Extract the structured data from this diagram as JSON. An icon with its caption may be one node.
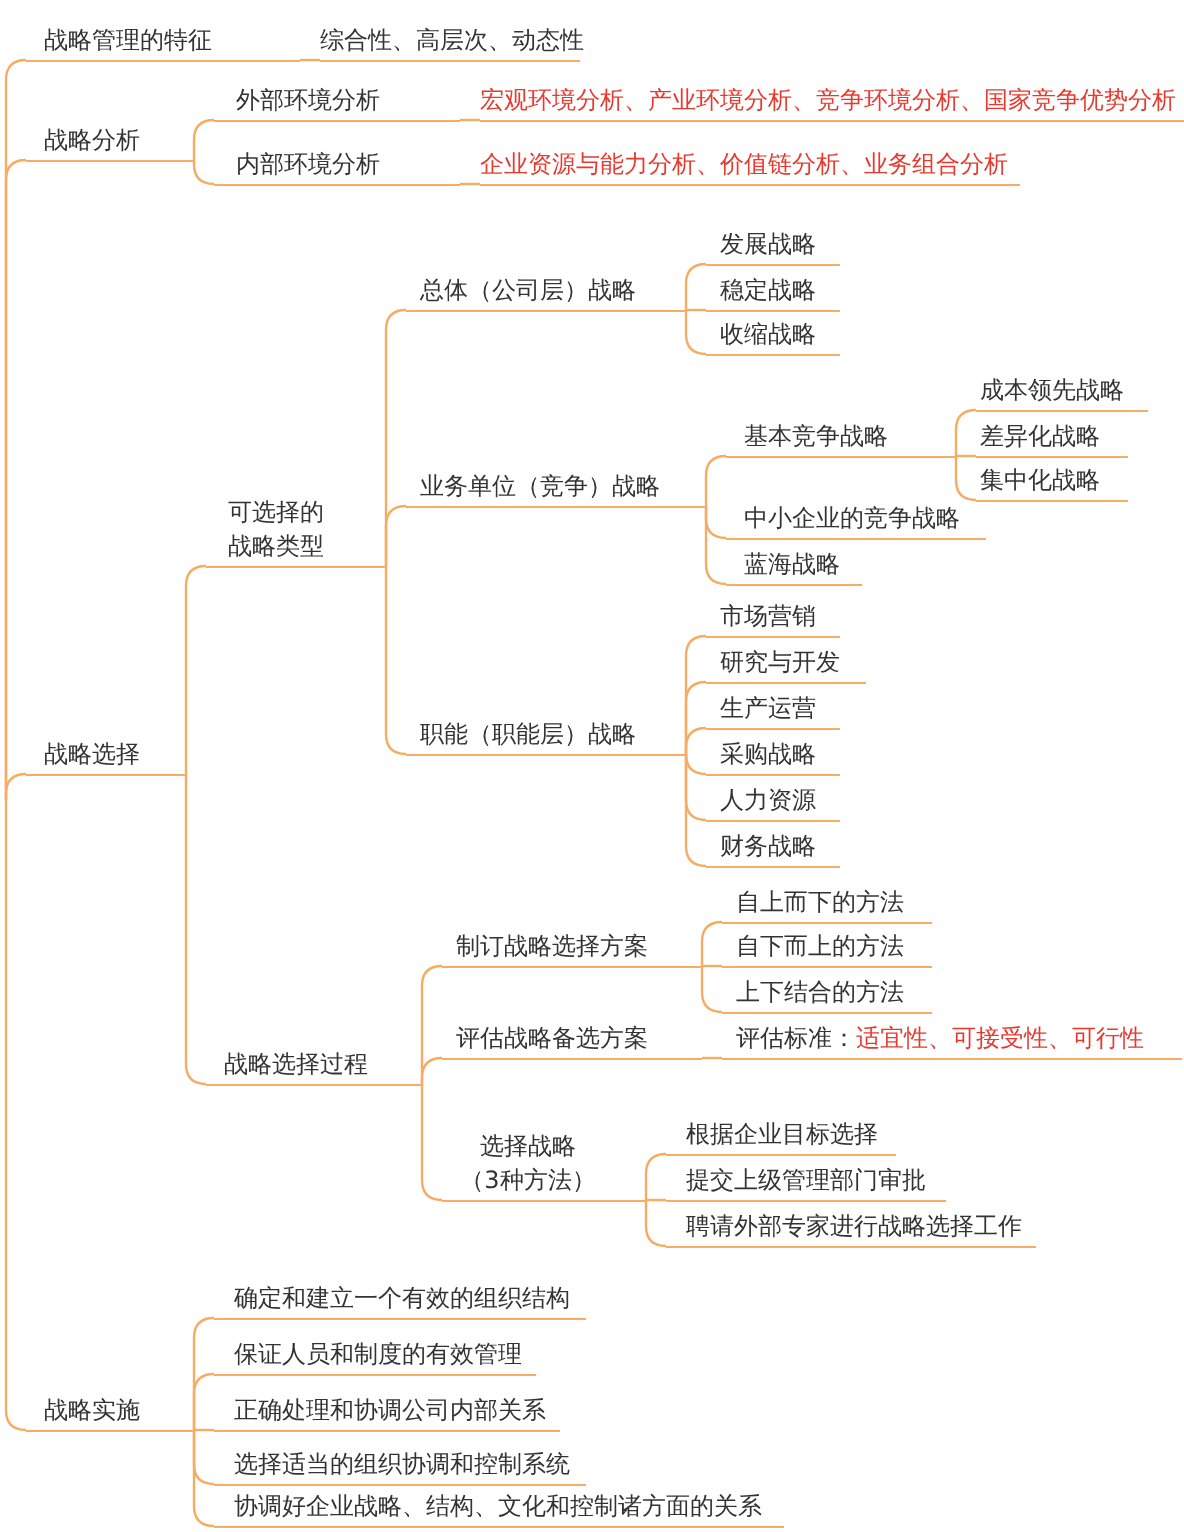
{
  "diagram": {
    "nodes": [
      {
        "text": [
          "战略管理的特征"
        ]
      },
      {
        "text": [
          "综合性、高层次、动态性"
        ]
      },
      {
        "text": [
          "战略分析"
        ]
      },
      {
        "text": [
          "外部环境分析"
        ]
      },
      {
        "text": [
          "宏观环境分析、产业环境分析、竞争环境分析、国家竞争优势分析"
        ]
      },
      {
        "text": [
          "内部环境分析"
        ]
      },
      {
        "text": [
          "企业资源与能力分析、价值链分析、业务组合分析"
        ]
      },
      {
        "text": [
          "战略选择"
        ]
      },
      {
        "text": [
          "可选择的战略类型"
        ]
      },
      {
        "text": [
          "总体（公司层）战略"
        ]
      },
      {
        "text": [
          "发展战略"
        ]
      },
      {
        "text": [
          "稳定战略"
        ]
      },
      {
        "text": [
          "收缩战略"
        ]
      },
      {
        "text": [
          "业务单位（竞争）战略"
        ]
      },
      {
        "text": [
          "基本竞争战略"
        ]
      },
      {
        "text": [
          "成本领先战略"
        ]
      },
      {
        "text": [
          "差异化战略"
        ]
      },
      {
        "text": [
          "集中化战略"
        ]
      },
      {
        "text": [
          "中小企业的竞争战略"
        ]
      },
      {
        "text": [
          "蓝海战略"
        ]
      },
      {
        "text": [
          "职能（职能层）战略"
        ]
      },
      {
        "text": [
          "市场营销"
        ]
      },
      {
        "text": [
          "研究与开发"
        ]
      },
      {
        "text": [
          "生产运营"
        ]
      },
      {
        "text": [
          "采购战略"
        ]
      },
      {
        "text": [
          "人力资源"
        ]
      },
      {
        "text": [
          "财务战略"
        ]
      },
      {
        "text": [
          "战略选择过程"
        ]
      },
      {
        "text": [
          "制订战略选择方案"
        ]
      },
      {
        "text": [
          "自上而下的方法"
        ]
      },
      {
        "text": [
          "自下而上的方法"
        ]
      },
      {
        "text": [
          "上下结合的方法"
        ]
      },
      {
        "text": [
          "评估战略备选方案"
        ]
      },
      {
        "text": [
          "评估标准：",
          "适宜性、可接受性、可行性"
        ]
      },
      {
        "text": [
          "选择战略（3种方法）"
        ]
      },
      {
        "text": [
          "根据企业目标选择"
        ]
      },
      {
        "text": [
          "提交上级管理部门审批"
        ]
      },
      {
        "text": [
          "聘请外部专家进行战略选择工作"
        ]
      },
      {
        "text": [
          "战略实施"
        ]
      },
      {
        "text": [
          "确定和建立一个有效的组织结构"
        ]
      },
      {
        "text": [
          "保证人员和制度的有效管理"
        ]
      },
      {
        "text": [
          "正确处理和协调公司内部关系"
        ]
      },
      {
        "text": [
          "选择适当的组织协调和控制系统"
        ]
      },
      {
        "text": [
          "协调好企业战略、结构、文化和控制诸方面的关系"
        ]
      }
    ],
    "edges": [
      {
        "from": null,
        "to": 0,
        "arrow": "none"
      },
      {
        "from": 0,
        "to": 1,
        "arrow": "none"
      },
      {
        "from": null,
        "to": 2,
        "arrow": "none"
      },
      {
        "from": 2,
        "to": 3,
        "arrow": "none"
      },
      {
        "from": 3,
        "to": 4,
        "arrow": "none"
      },
      {
        "from": 2,
        "to": 5,
        "arrow": "none"
      },
      {
        "from": 5,
        "to": 6,
        "arrow": "none"
      },
      {
        "from": null,
        "to": 7,
        "arrow": "none"
      },
      {
        "from": 7,
        "to": 8,
        "arrow": "none"
      },
      {
        "from": 8,
        "to": 9,
        "arrow": "none"
      },
      {
        "from": 9,
        "to": 10,
        "arrow": "none"
      },
      {
        "from": 9,
        "to": 11,
        "arrow": "none"
      },
      {
        "from": 9,
        "to": 12,
        "arrow": "none"
      },
      {
        "from": 8,
        "to": 13,
        "arrow": "none"
      },
      {
        "from": 13,
        "to": 14,
        "arrow": "none"
      },
      {
        "from": 14,
        "to": 15,
        "arrow": "none"
      },
      {
        "from": 14,
        "to": 16,
        "arrow": "none"
      },
      {
        "from": 14,
        "to": 17,
        "arrow": "none"
      },
      {
        "from": 13,
        "to": 18,
        "arrow": "none"
      },
      {
        "from": 13,
        "to": 19,
        "arrow": "none"
      },
      {
        "from": 8,
        "to": 20,
        "arrow": "none"
      },
      {
        "from": 20,
        "to": 21,
        "arrow": "none"
      },
      {
        "from": 20,
        "to": 22,
        "arrow": "none"
      },
      {
        "from": 20,
        "to": 23,
        "arrow": "none"
      },
      {
        "from": 20,
        "to": 24,
        "arrow": "none"
      },
      {
        "from": 20,
        "to": 25,
        "arrow": "none"
      },
      {
        "from": 20,
        "to": 26,
        "arrow": "none"
      },
      {
        "from": 7,
        "to": 27,
        "arrow": "none"
      },
      {
        "from": 27,
        "to": 28,
        "arrow": "none"
      },
      {
        "from": 28,
        "to": 29,
        "arrow": "none"
      },
      {
        "from": 28,
        "to": 30,
        "arrow": "none"
      },
      {
        "from": 28,
        "to": 31,
        "arrow": "none"
      },
      {
        "from": 27,
        "to": 32,
        "arrow": "none"
      },
      {
        "from": 32,
        "to": 33,
        "arrow": "none"
      },
      {
        "from": 27,
        "to": 34,
        "arrow": "none"
      },
      {
        "from": 34,
        "to": 35,
        "arrow": "none"
      },
      {
        "from": 34,
        "to": 36,
        "arrow": "none"
      },
      {
        "from": 34,
        "to": 37,
        "arrow": "none"
      },
      {
        "from": null,
        "to": 38,
        "arrow": "none"
      },
      {
        "from": 38,
        "to": 39,
        "arrow": "none"
      },
      {
        "from": 38,
        "to": 40,
        "arrow": "none"
      },
      {
        "from": 38,
        "to": 41,
        "arrow": "none"
      },
      {
        "from": 38,
        "to": 42,
        "arrow": "none"
      },
      {
        "from": 38,
        "to": 43,
        "arrow": "none"
      }
    ]
  }
}
